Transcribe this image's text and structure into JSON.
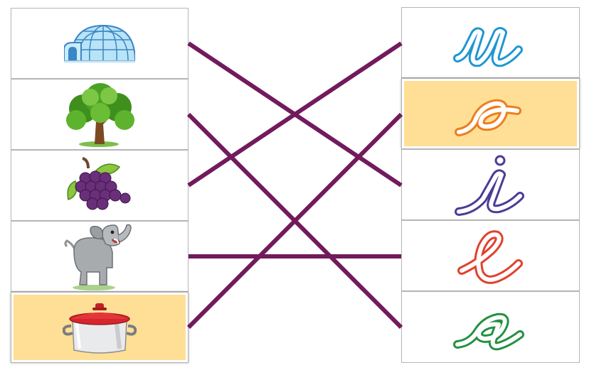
{
  "exercise": {
    "left_pictures": [
      {
        "id": "igloo",
        "icon": "igloo-icon",
        "selected": false
      },
      {
        "id": "tree",
        "icon": "tree-icon",
        "selected": false
      },
      {
        "id": "grapes",
        "icon": "grapes-icon",
        "selected": false
      },
      {
        "id": "elephant",
        "icon": "elephant-icon",
        "selected": false
      },
      {
        "id": "pot",
        "icon": "pot-icon",
        "selected": true
      }
    ],
    "right_letters": [
      {
        "letter": "u",
        "style": "cursive",
        "color": "#1e96d2",
        "selected": false
      },
      {
        "letter": "o",
        "style": "cursive",
        "color": "#ee7d1e",
        "selected": true
      },
      {
        "letter": "i",
        "style": "cursive",
        "color": "#4b3c96",
        "selected": false
      },
      {
        "letter": "e",
        "style": "cursive",
        "color": "#e1412d",
        "selected": false
      },
      {
        "letter": "a",
        "style": "cursive",
        "color": "#239141",
        "selected": false
      }
    ],
    "connections": [
      {
        "from": 0,
        "to": 2
      },
      {
        "from": 1,
        "to": 4
      },
      {
        "from": 2,
        "to": 0
      },
      {
        "from": 3,
        "to": 3
      },
      {
        "from": 4,
        "to": 1
      }
    ],
    "line_color": "#721b5c",
    "highlight_color": "#ffdf96"
  }
}
